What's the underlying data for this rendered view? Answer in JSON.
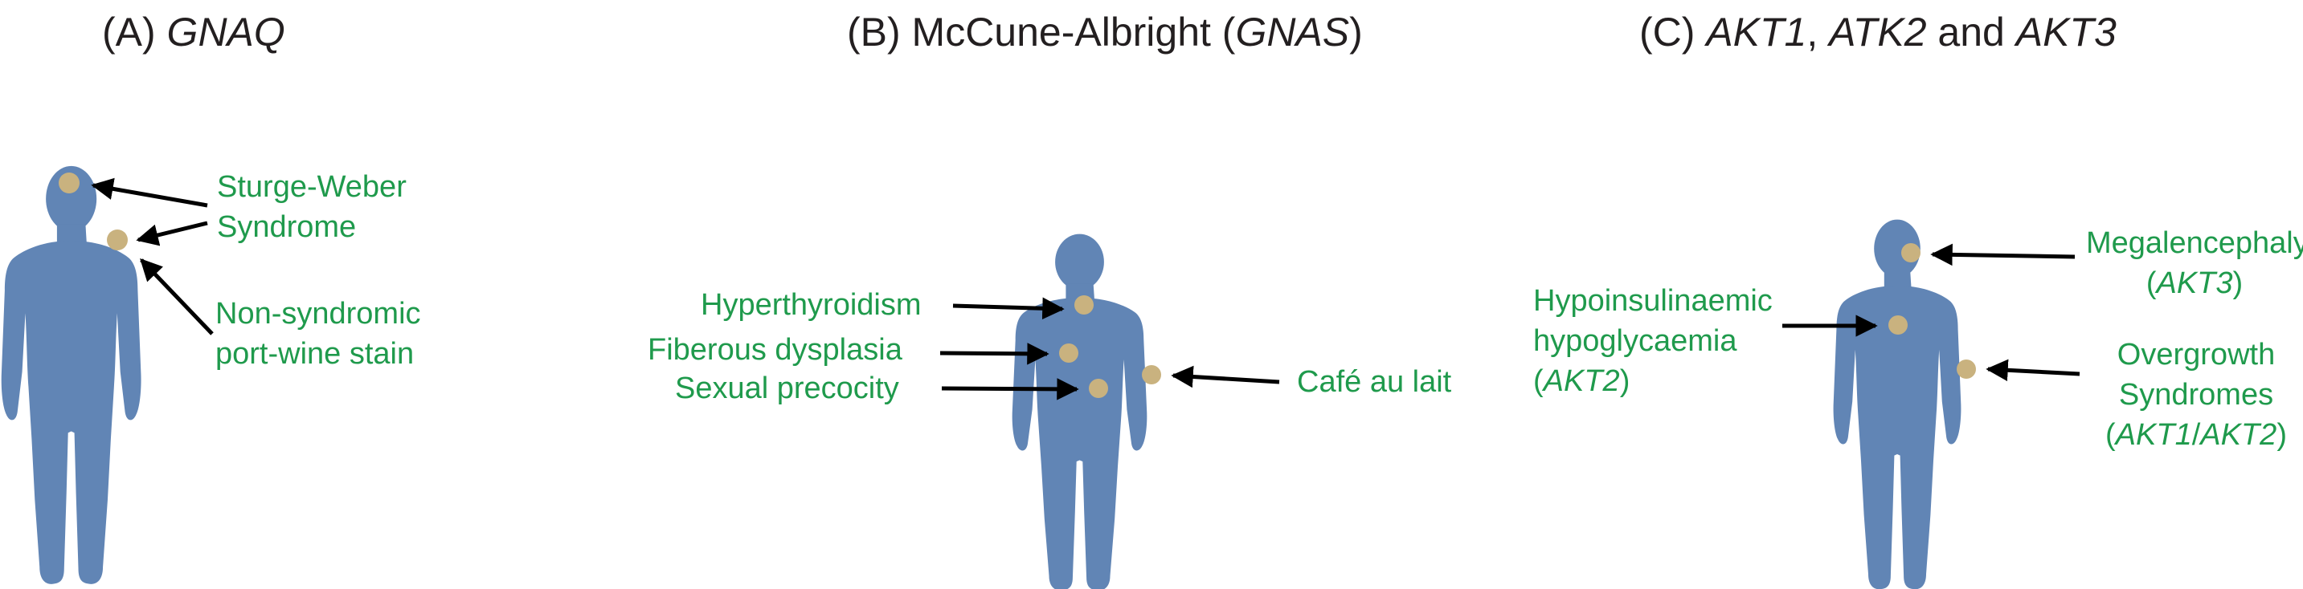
{
  "panels": [
    {
      "id": "A",
      "title_prefix": "(A) ",
      "title_gene": "GNAQ",
      "labels": {
        "sturge_line1": "Sturge-Weber",
        "sturge_line2": "Syndrome",
        "nonsyn_line1": "Non-syndromic",
        "nonsyn_line2": "port-wine stain"
      }
    },
    {
      "id": "B",
      "title_prefix": "(B) McCune-Albright (",
      "title_gene": "GNAS",
      "title_suffix": ")",
      "labels": {
        "hyperthyroidism": "Hyperthyroidism",
        "fiberous": "Fiberous dysplasia",
        "sexual": "Sexual precocity",
        "cafe": "Café au lait"
      }
    },
    {
      "id": "C",
      "title_prefix": "(C) ",
      "title_gene1": "AKT1",
      "title_sep1": ", ",
      "title_gene2": "ATK2",
      "title_sep2": " and ",
      "title_gene3": "AKT3",
      "labels": {
        "megal": "Megalencephaly",
        "megal_paren_open": "(",
        "megal_gene": "AKT3",
        "megal_paren_close": ")",
        "hypo_line1": "Hypoinsulinaemic",
        "hypo_line2": "hypoglycaemia",
        "hypo_paren_open": "(",
        "hypo_gene": "AKT2",
        "hypo_paren_close": ")",
        "over_line1": "Overgrowth",
        "over_line2": "Syndromes",
        "over_paren_open": "(",
        "over_gene1": "AKT1",
        "over_slash": "/",
        "over_gene2": "AKT2",
        "over_paren_close": ")"
      }
    }
  ],
  "colors": {
    "figure": "#6185b5",
    "marker": "#c9b27f",
    "label_green": "#1f9a4c",
    "arrow": "#000000",
    "title": "#231f20"
  }
}
